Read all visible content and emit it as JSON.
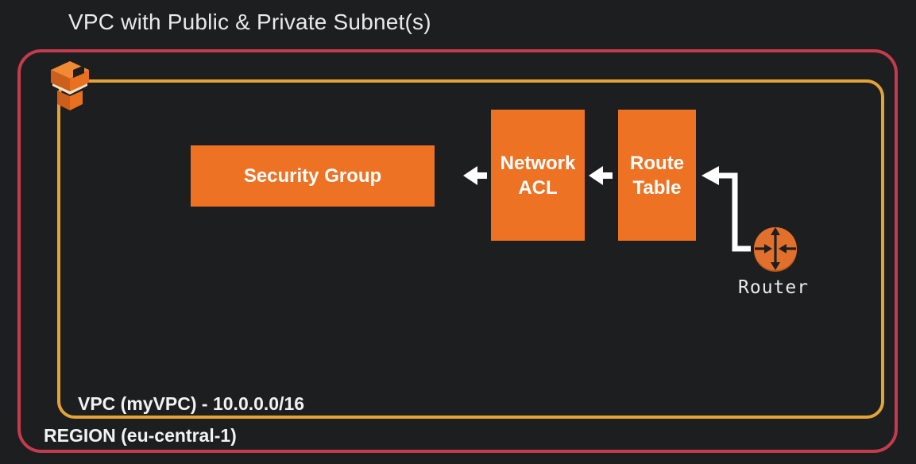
{
  "title": "VPC with Public & Private Subnet(s)",
  "diagram": {
    "region_label": "REGION (eu-central-1)",
    "vpc_label": "VPC (myVPC) - 10.0.0.0/16",
    "nodes": {
      "security_group": {
        "label": "Security Group"
      },
      "network_acl": {
        "label": "Network ACL"
      },
      "route_table": {
        "label": "Route Table"
      },
      "router": {
        "label": "Router"
      }
    },
    "edges": [
      {
        "from": "router",
        "to": "route_table"
      },
      {
        "from": "route_table",
        "to": "network_acl"
      },
      {
        "from": "network_acl",
        "to": "security_group"
      }
    ],
    "icons": [
      "vpc-icon",
      "router-icon"
    ]
  },
  "colors": {
    "background": "#1d1e20",
    "region_border": "#c43b4e",
    "vpc_border": "#e4a339",
    "node_fill": "#ed7224",
    "arrow": "#ffffff",
    "text": "#f2f2f2"
  }
}
